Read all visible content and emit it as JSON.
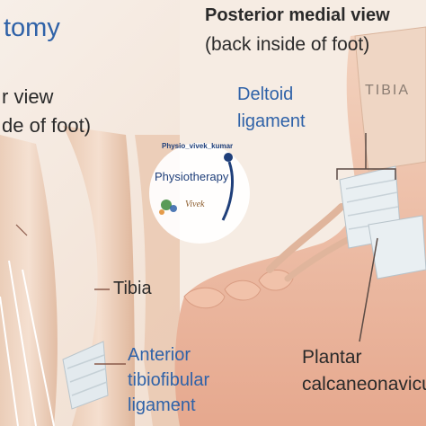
{
  "left_panel": {
    "title_fragment": "tomy",
    "view_line1": "r view",
    "view_line2": "de of foot)",
    "tibia_label": "Tibia",
    "anterior_label": [
      "Anterior",
      "tibiofibular",
      "ligament"
    ]
  },
  "right_panel": {
    "view_title": "Posterior medial view",
    "view_subtitle": "(back inside of foot)",
    "tibia_caps": "TIBIA",
    "deltoid_label": [
      "Deltoid",
      "ligament"
    ],
    "plantar_label": [
      "Plantar",
      "calcaneonavicu"
    ]
  },
  "watermark": {
    "handle": "Physio_vivek_kumar",
    "brand": "Physiotherapy",
    "signature": "Vivek"
  },
  "colors": {
    "label_blue": "#2f62a8",
    "skin": "#f0c8b0",
    "ligament": "#e6ecf0"
  }
}
